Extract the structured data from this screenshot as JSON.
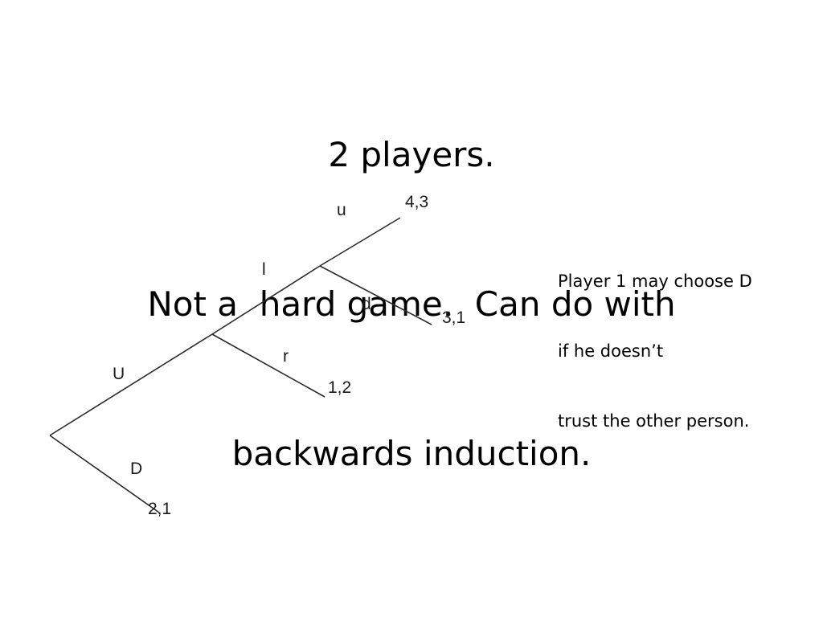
{
  "slide": {
    "title_lines": [
      "2 players.",
      "Not a  hard game.  Can do with",
      "backwards induction."
    ],
    "note_lines": [
      "Player 1 may choose D",
      "if he doesn’t",
      "trust the other person."
    ]
  },
  "tree": {
    "edges": [
      {
        "label": "U"
      },
      {
        "label": "D"
      },
      {
        "label": "l"
      },
      {
        "label": "r"
      },
      {
        "label": "u"
      },
      {
        "label": "d"
      }
    ],
    "payoffs": [
      "4,3",
      "3,1",
      "1,2",
      "2,1"
    ]
  }
}
